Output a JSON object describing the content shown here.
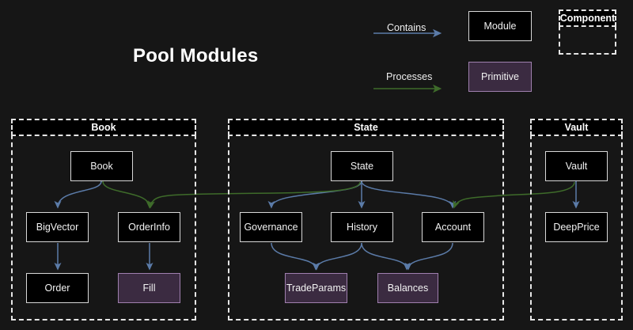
{
  "title": "Pool Modules",
  "theme": {
    "background": "#161616",
    "module_fill": "#000000",
    "module_border": "#d8d8d8",
    "primitive_fill": "#3b2b41",
    "primitive_border": "#9f7fae",
    "group_border": "#e6e6e6",
    "contains_arrow": "#5b7ba8",
    "processes_arrow": "#3e6b2a",
    "text": "#f2f2f2"
  },
  "legend": {
    "edges": [
      {
        "label": "Contains",
        "color": "#5b7ba8"
      },
      {
        "label": "Processes",
        "color": "#3e6b2a"
      }
    ],
    "nodes": [
      {
        "label": "Module",
        "kind": "module"
      },
      {
        "label": "Primitive",
        "kind": "primitive"
      }
    ],
    "component": {
      "label": "Component"
    }
  },
  "groups": [
    {
      "id": "book",
      "label": "Book"
    },
    {
      "id": "state",
      "label": "State"
    },
    {
      "id": "vault",
      "label": "Vault"
    }
  ],
  "nodes": {
    "book": "Book",
    "bigvector": "BigVector",
    "orderinfo": "OrderInfo",
    "order": "Order",
    "fill": "Fill",
    "state": "State",
    "governance": "Governance",
    "history": "History",
    "account": "Account",
    "tradeparams": "TradeParams",
    "balances": "Balances",
    "vault": "Vault",
    "deepprice": "DeepPrice"
  },
  "edges": [
    {
      "from": "Book",
      "to": "BigVector",
      "type": "Contains"
    },
    {
      "from": "BigVector",
      "to": "Order",
      "type": "Contains"
    },
    {
      "from": "OrderInfo",
      "to": "Fill",
      "type": "Contains"
    },
    {
      "from": "State",
      "to": "Governance",
      "type": "Contains"
    },
    {
      "from": "State",
      "to": "History",
      "type": "Contains"
    },
    {
      "from": "State",
      "to": "Account",
      "type": "Contains"
    },
    {
      "from": "Governance",
      "to": "TradeParams",
      "type": "Contains"
    },
    {
      "from": "History",
      "to": "TradeParams",
      "type": "Contains"
    },
    {
      "from": "History",
      "to": "Balances",
      "type": "Contains"
    },
    {
      "from": "Account",
      "to": "Balances",
      "type": "Contains"
    },
    {
      "from": "Vault",
      "to": "DeepPrice",
      "type": "Contains"
    },
    {
      "from": "Book",
      "to": "OrderInfo",
      "type": "Processes"
    },
    {
      "from": "State",
      "to": "OrderInfo",
      "type": "Processes"
    },
    {
      "from": "Vault",
      "to": "Account",
      "type": "Processes"
    }
  ]
}
